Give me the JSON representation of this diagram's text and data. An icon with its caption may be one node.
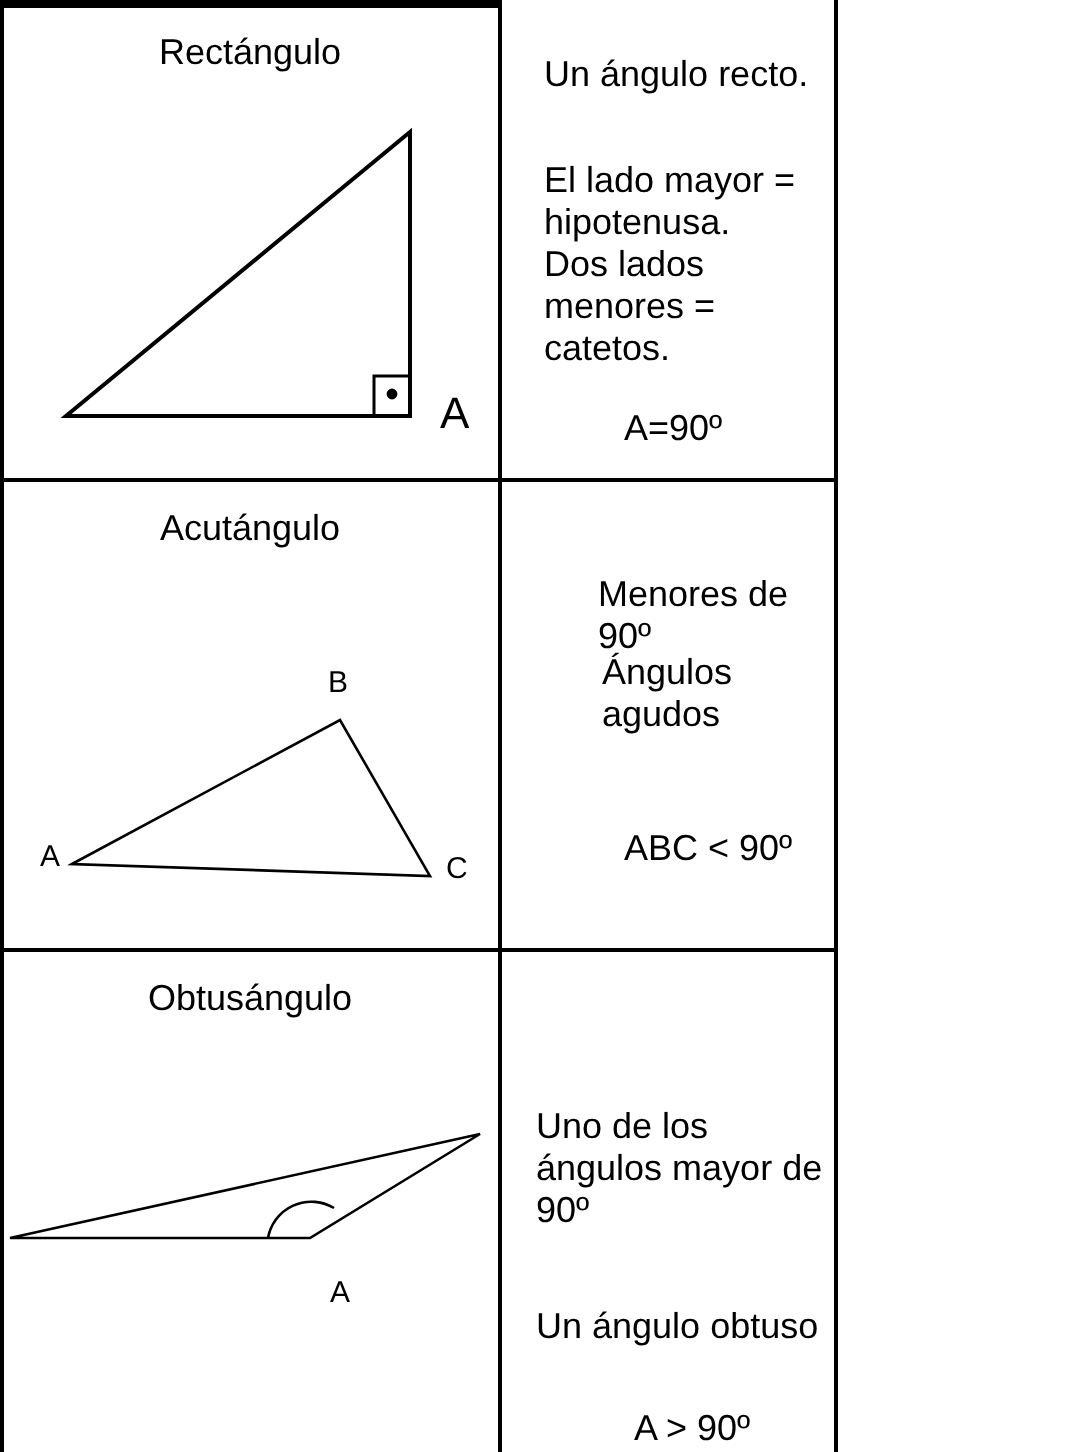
{
  "diagram": {
    "labels": [
      "Rectángulo",
      "A",
      "Un ángulo recto.",
      "El lado mayor = hipotenusa.",
      "Dos lados menores = catetos.",
      "A=90º",
      "Acutángulo",
      "B",
      "A",
      "C",
      "Menores de 90º",
      "Ángulos agudos",
      "ABC < 90º",
      "Obtusángulo",
      "A",
      "Uno de los ángulos mayor de 90º",
      "Un ángulo obtuso",
      "A > 90º"
    ]
  }
}
